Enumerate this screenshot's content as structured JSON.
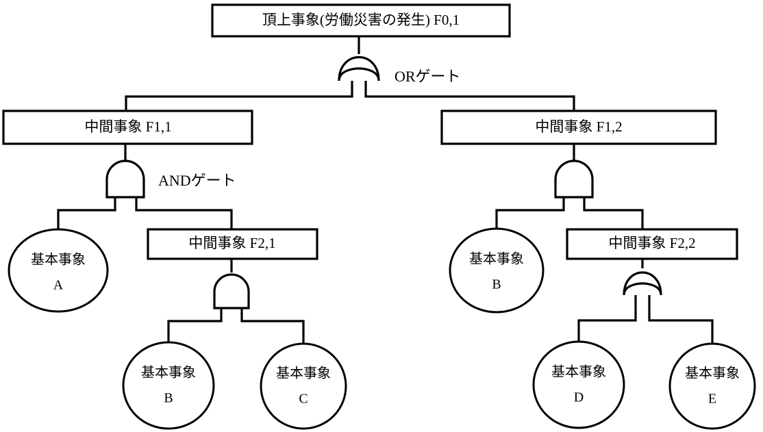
{
  "diagram": {
    "kind": "fault-tree-analysis",
    "title": "",
    "background_color": "#ffffff",
    "line_color": "#000000",
    "nodes": {
      "top_event": {
        "type": "box",
        "label": "頂上事象(労働災害の発生) F0,1"
      },
      "intermediate_f11": {
        "type": "box",
        "label": "中間事象 F1,1"
      },
      "intermediate_f12": {
        "type": "box",
        "label": "中間事象 F1,2"
      },
      "intermediate_f21": {
        "type": "box",
        "label": "中間事象 F2,1"
      },
      "intermediate_f22": {
        "type": "box",
        "label": "中間事象 F2,2"
      },
      "basic_a": {
        "type": "circle",
        "label_line1": "基本事象",
        "label_line2": "A"
      },
      "basic_b_left": {
        "type": "circle",
        "label_line1": "基本事象",
        "label_line2": "B"
      },
      "basic_c": {
        "type": "circle",
        "label_line1": "基本事象",
        "label_line2": "C"
      },
      "basic_b_right": {
        "type": "circle",
        "label_line1": "基本事象",
        "label_line2": "B"
      },
      "basic_d": {
        "type": "circle",
        "label_line1": "基本事象",
        "label_line2": "D"
      },
      "basic_e": {
        "type": "circle",
        "label_line1": "基本事象",
        "label_line2": "E"
      }
    },
    "gates": {
      "or_top": {
        "type": "or",
        "annotation": "ORゲート"
      },
      "and_left": {
        "type": "and",
        "annotation": "ANDゲート"
      },
      "and_left_lower": {
        "type": "and",
        "annotation": ""
      },
      "and_right": {
        "type": "and",
        "annotation": ""
      },
      "or_right_lower": {
        "type": "or",
        "annotation": ""
      }
    }
  }
}
